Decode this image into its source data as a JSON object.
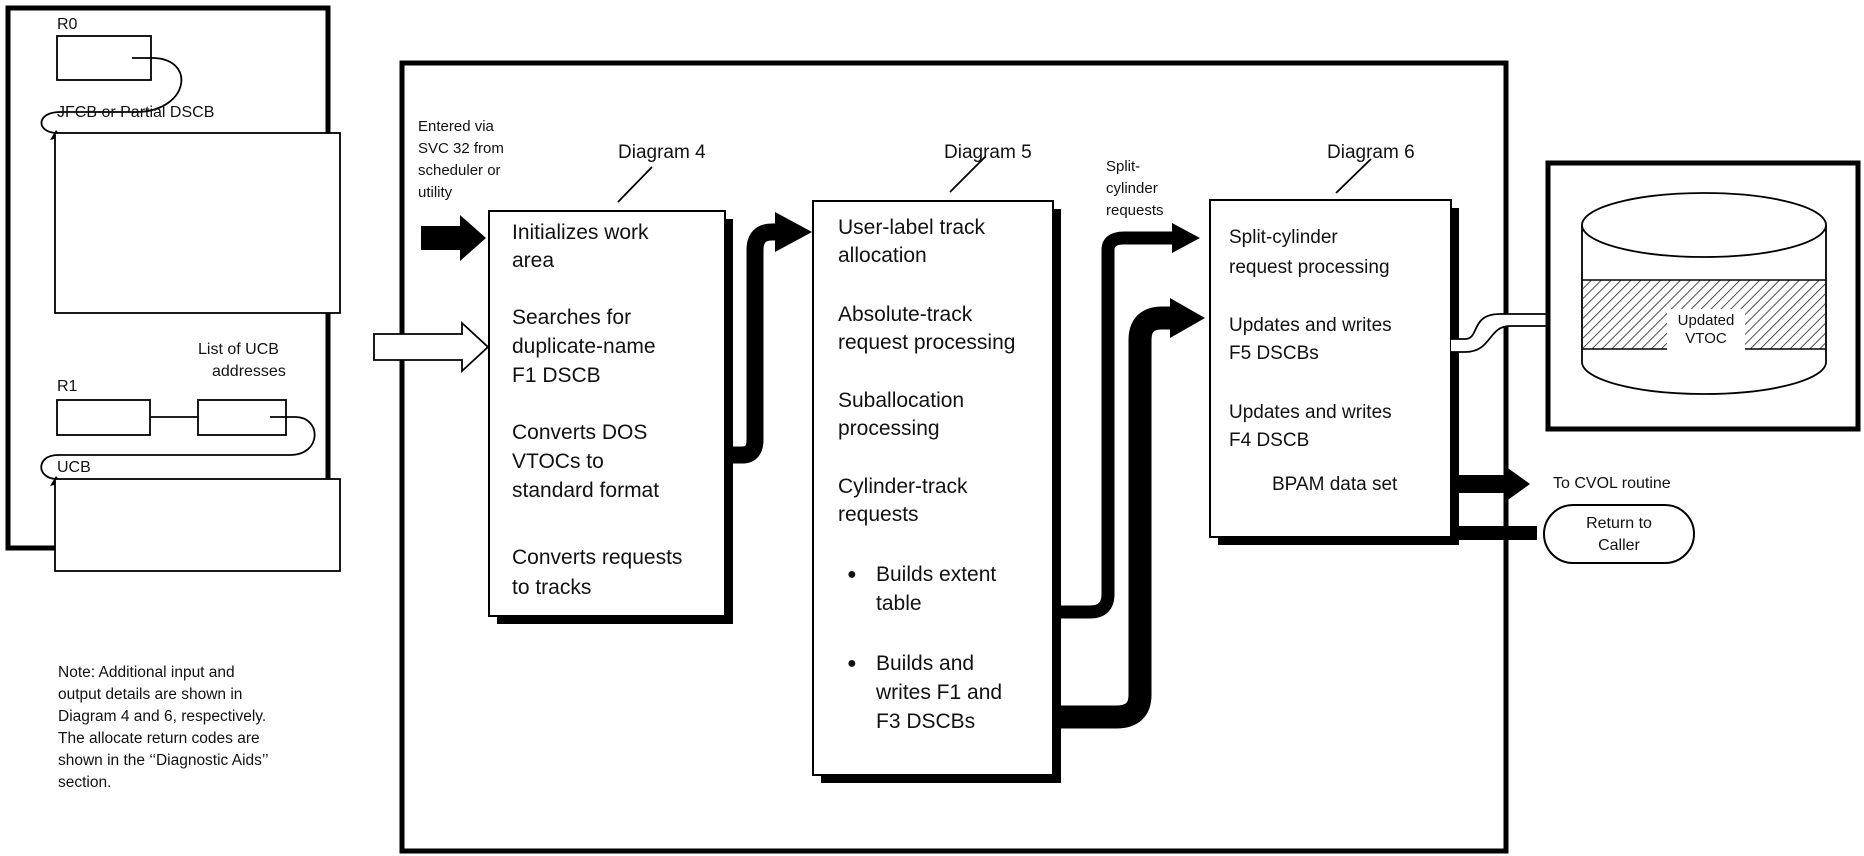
{
  "input": {
    "r0_label": "R0",
    "jfcb_label": "JFCB or Partial DSCB",
    "r1_label": "R1",
    "ucb_list_label_1": "List of UCB",
    "ucb_list_label_2": "addresses",
    "ucb_label": "UCB"
  },
  "note": {
    "lines": [
      "Note:  Additional input and",
      "output details are shown in",
      "Diagram 4 and 6, respectively.",
      "The allocate return codes are",
      "shown in the ‘‘Diagnostic Aids’’",
      "section."
    ]
  },
  "entered_via": [
    "Entered via",
    "SVC 32 from",
    "scheduler or",
    "utility"
  ],
  "diagram4": {
    "title": "Diagram 4",
    "lines": [
      "Initializes work",
      "area",
      "Searches for",
      "duplicate-name",
      "F1 DSCB",
      "Converts DOS",
      "VTOCs to",
      "standard format",
      "Converts requests",
      "to tracks"
    ]
  },
  "diagram5": {
    "title": "Diagram 5",
    "lines": [
      "User-label track",
      "allocation",
      "Absolute-track",
      "request processing",
      "Suballocation",
      "processing",
      "Cylinder-track",
      "requests",
      "Builds extent",
      "table",
      "Builds and",
      "writes F1 and",
      "F3 DSCBs"
    ],
    "bullet": "●"
  },
  "split_label": [
    "Split-",
    "cylinder",
    "requests"
  ],
  "diagram6": {
    "title": "Diagram 6",
    "lines": [
      "Split-cylinder",
      "request processing",
      "Updates and writes",
      "F5 DSCBs",
      "Updates and writes",
      "F4 DSCB",
      "BPAM data set"
    ]
  },
  "output": {
    "vtoc_line1": "Updated",
    "vtoc_line2": "VTOC",
    "cvol": "To CVOL routine",
    "return_line1": "Return to",
    "return_line2": "Caller"
  }
}
